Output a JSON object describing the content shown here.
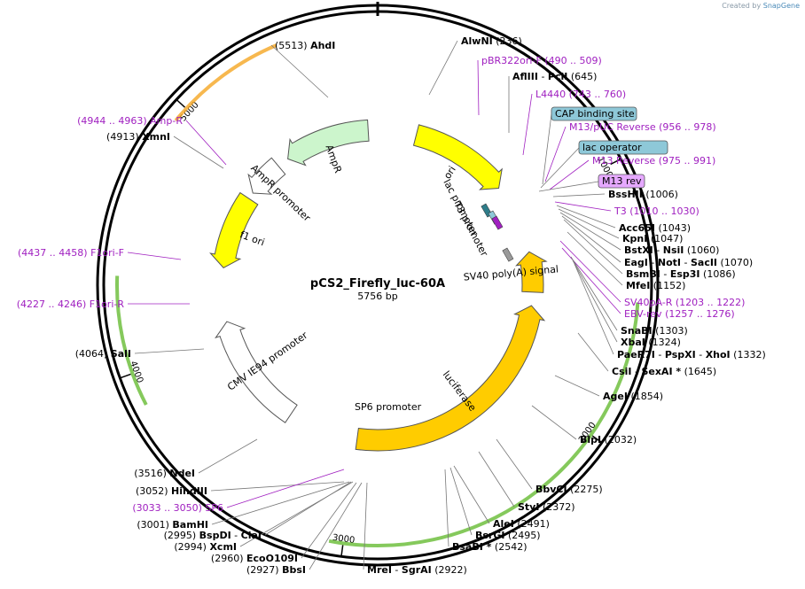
{
  "credit": {
    "prefix": "Created by",
    "brand": "SnapGene"
  },
  "plasmid": {
    "name": "pCS2_Firefly_luc-60A",
    "size": "5756 bp",
    "length": 5756
  },
  "ticks": [
    {
      "pos": 1000,
      "label": "1000"
    },
    {
      "pos": 2000,
      "label": "2000"
    },
    {
      "pos": 3000,
      "label": "3000"
    },
    {
      "pos": 4000,
      "label": "4000"
    },
    {
      "pos": 5000,
      "label": "5000"
    }
  ],
  "colors": {
    "ori": "#ffff00",
    "ampr": "#ccf5cc",
    "promoter_white": "#ffffff",
    "f1ori": "#ffff00",
    "luciferase": "#ffcc00",
    "sv40": "#ffcc00",
    "cap": "#8ec8d8",
    "lac_operator": "#8ec8d8",
    "m13rev": "#e5a8ff",
    "primer": "#a020c0",
    "orange_band": "#f5a623",
    "green_band": "#66bb33",
    "t3": "#2e7d8a"
  },
  "features": [
    {
      "name": "ori",
      "start": 230,
      "end": 820,
      "r": 300,
      "label": "ori",
      "color": "ori",
      "dir": 1
    },
    {
      "name": "ampr",
      "start": 5190,
      "end": 5700,
      "r": 300,
      "label": "AmpR",
      "color": "ampr",
      "dir": -1
    },
    {
      "name": "ampr-promoter",
      "start": 4900,
      "end": 5120,
      "r": 300,
      "label": "AmpR promoter",
      "color": "promoter_white",
      "dir": -1
    },
    {
      "name": "f1-ori",
      "start": 4420,
      "end": 4860,
      "r": 300,
      "label": "f1 ori",
      "color": "f1ori",
      "dir": -1
    },
    {
      "name": "cmv-ie94-promoter",
      "start": 3420,
      "end": 4100,
      "r": 300,
      "label": "CMV IE94 promoter",
      "color": "promoter_white",
      "dir": 1
    },
    {
      "name": "luciferase",
      "start": 1560,
      "end": 3000,
      "r": 300,
      "label": "luciferase",
      "color": "luciferase",
      "dir": -1
    },
    {
      "name": "sv40-polya",
      "start": 1240,
      "end": 1480,
      "r": 300,
      "label": "SV40 poly(A) signal",
      "color": "sv40",
      "dir": -1
    }
  ],
  "bands": [
    {
      "name": "amp-r-primer-band",
      "start": 4944,
      "end": 5390,
      "color": "orange_band"
    },
    {
      "name": "luciferase-band",
      "start": 1500,
      "end": 3050,
      "color": "green_band"
    },
    {
      "name": "f1ori-band",
      "start": 3880,
      "end": 4350,
      "color": "green_band"
    }
  ],
  "labels": [
    {
      "pos": "(5513)",
      "name": "AhdI",
      "side": "top"
    },
    {
      "name": "AlwNI",
      "pos": "(236)",
      "side": "top"
    },
    {
      "range": "(4944 .. 4963)",
      "prim": "Amp-R",
      "side": "left"
    },
    {
      "pos": "(4913)",
      "name": "XmnI",
      "side": "left"
    },
    {
      "range": "(4437 .. 4458)",
      "prim": "F1ori-F",
      "side": "left"
    },
    {
      "range": "(4227 .. 4246)",
      "prim": "F1ori-R",
      "side": "left"
    },
    {
      "pos": "(4064)",
      "name": "SalI",
      "side": "left"
    },
    {
      "pos": "(3516)",
      "name": "NdeI",
      "side": "left"
    },
    {
      "pos": "(3052)",
      "name": "HindIII",
      "side": "left"
    },
    {
      "range": "(3033 .. 3050)",
      "prim": "SP6",
      "side": "left"
    },
    {
      "pos": "(3001)",
      "name": "BamHI",
      "side": "left"
    },
    {
      "pos": "(2995)",
      "name": "BspDI",
      "extra": "ClaI",
      "side": "left"
    },
    {
      "pos": "(2994)",
      "name": "XcmI",
      "side": "left"
    },
    {
      "pos": "(2960)",
      "name": "EcoO109I",
      "side": "left"
    },
    {
      "pos": "(2927)",
      "name": "BbsI",
      "side": "left"
    },
    {
      "name": "MreI",
      "extra": "SgrAI",
      "pos": "(2922)",
      "side": "bottom"
    },
    {
      "prim": "pBR322ori-F",
      "range": "(490 .. 509)",
      "side": "right"
    },
    {
      "name": "AflIII",
      "extra": "PciI",
      "pos": "(645)",
      "side": "right"
    },
    {
      "prim": "L4440",
      "range": "(743 .. 760)",
      "side": "right"
    },
    {
      "prim": "M13/pUC Reverse",
      "range": "(956 .. 978)",
      "side": "right"
    },
    {
      "prim": "M13 Reverse",
      "range": "(975 .. 991)",
      "side": "right"
    },
    {
      "name": "BssHII",
      "pos": "(1006)",
      "side": "right"
    },
    {
      "prim": "T3",
      "range": "(1010 .. 1030)",
      "side": "right"
    },
    {
      "name": "Acc65I",
      "pos": "(1043)",
      "side": "right"
    },
    {
      "name": "KpnI",
      "pos": "(1047)",
      "side": "right"
    },
    {
      "name": "BstXI",
      "extra": "NsiI",
      "pos": "(1060)",
      "side": "right"
    },
    {
      "name": "EagI",
      "extra": "NotI",
      "extra2": "SacII",
      "pos": "(1070)",
      "side": "right"
    },
    {
      "name": "BsmBI",
      "extra": "Esp3I",
      "pos": "(1086)",
      "side": "right"
    },
    {
      "name": "MfeI",
      "pos": "(1152)",
      "side": "right"
    },
    {
      "prim": "SV40pA-R",
      "range": "(1203 .. 1222)",
      "side": "right"
    },
    {
      "prim": "EBV-rev",
      "range": "(1257 .. 1276)",
      "side": "right"
    },
    {
      "name": "SnaBI",
      "pos": "(1303)",
      "side": "right"
    },
    {
      "name": "XbaI",
      "pos": "(1324)",
      "side": "right"
    },
    {
      "name": "PaeR7I",
      "extra": "PspXI",
      "extra2": "XhoI",
      "pos": "(1332)",
      "side": "right"
    },
    {
      "name": "CsiI",
      "extra": "SexAI *",
      "pos": "(1645)",
      "side": "right"
    },
    {
      "name": "AgeI",
      "pos": "(1854)",
      "side": "right"
    },
    {
      "name": "BlpI",
      "pos": "(2032)",
      "side": "right"
    },
    {
      "name": "BbvCI",
      "pos": "(2275)",
      "side": "right"
    },
    {
      "name": "StyI",
      "pos": "(2372)",
      "side": "right"
    },
    {
      "name": "AleI",
      "pos": "(2491)",
      "side": "right"
    },
    {
      "name": "BsrGI",
      "pos": "(2495)",
      "side": "right"
    },
    {
      "name": "BsaBI *",
      "pos": "(2542)",
      "side": "right"
    }
  ],
  "boxes": [
    {
      "text": "CAP binding site",
      "color": "cap"
    },
    {
      "text": "lac operator",
      "color": "lac_operator"
    },
    {
      "text": "M13 rev",
      "color": "m13rev"
    }
  ],
  "inner_labels": [
    {
      "text": "lac promoter"
    },
    {
      "text": "T3 promoter"
    },
    {
      "text": "SP6 promoter"
    }
  ]
}
